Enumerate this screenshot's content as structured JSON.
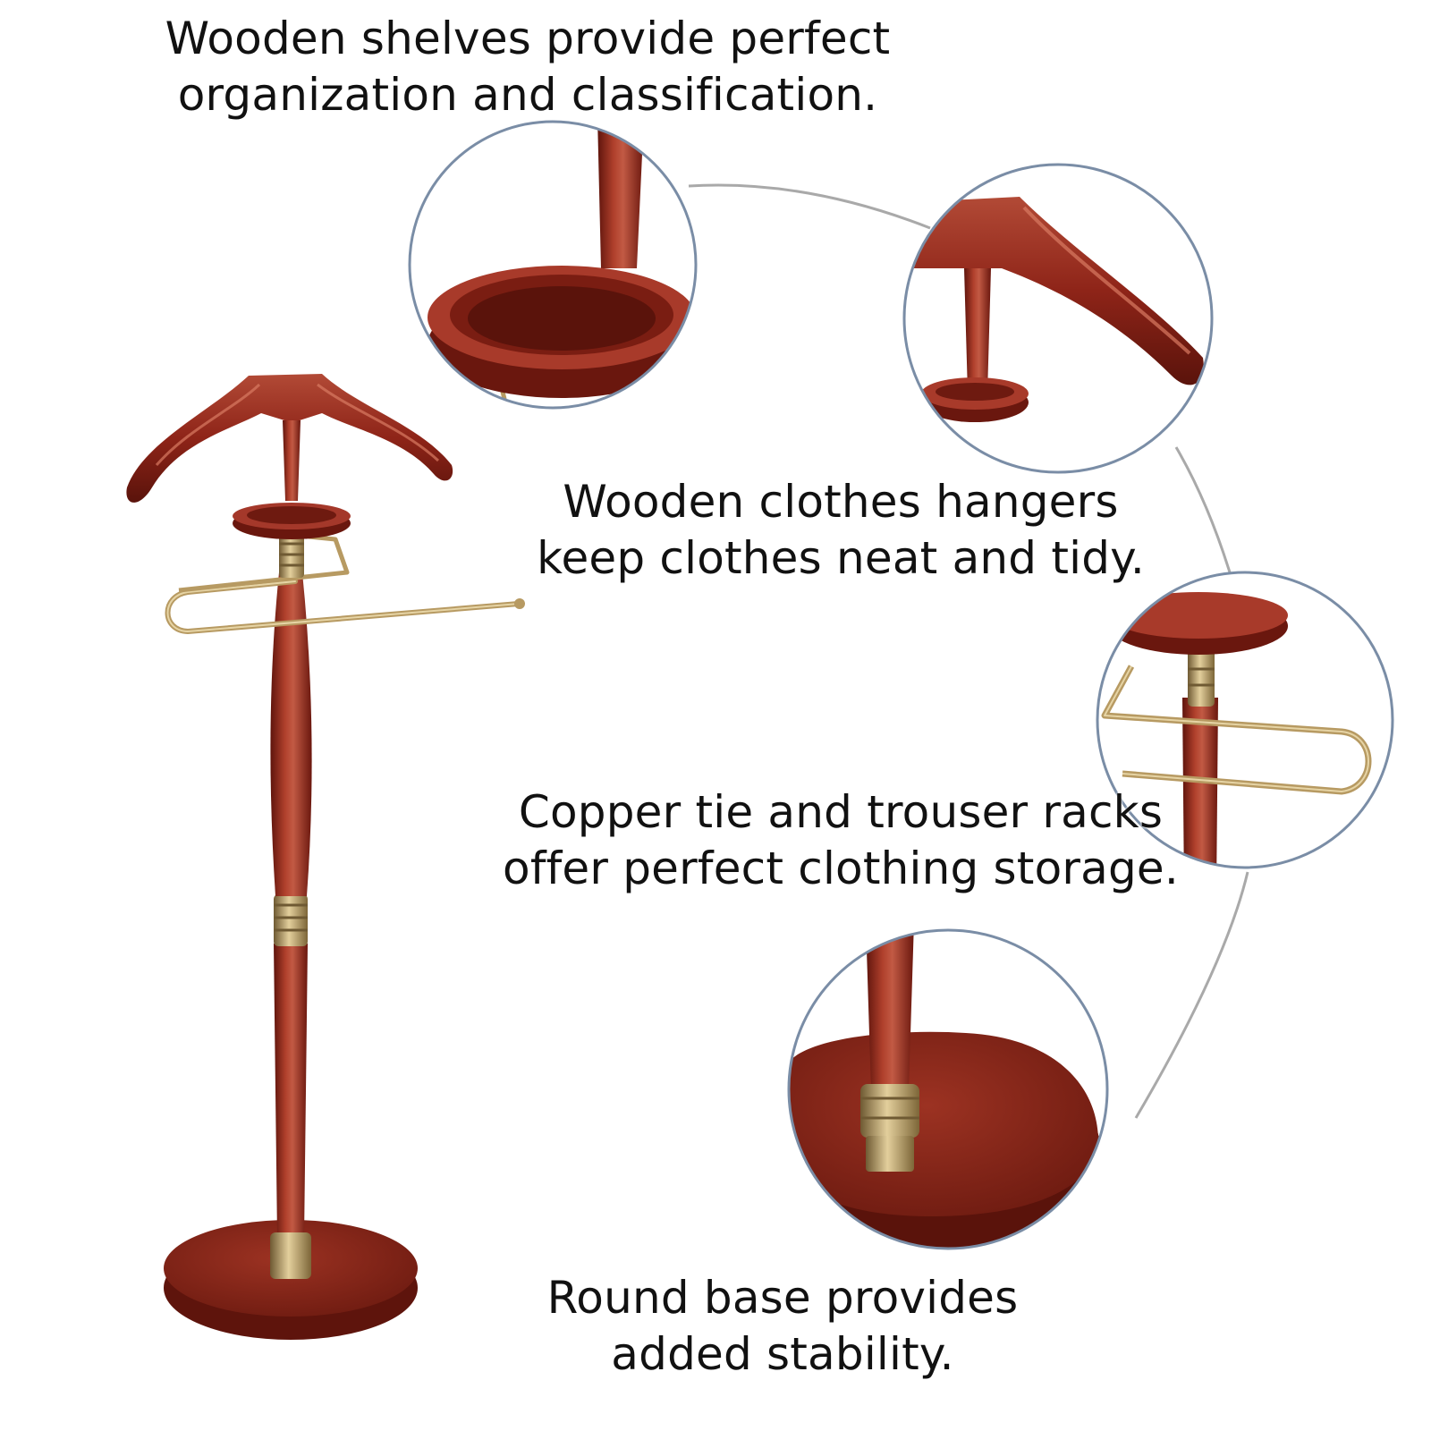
{
  "captions": [
    {
      "line1": "Wooden shelves provide perfect",
      "line2": "organization and classification."
    },
    {
      "line1": "Wooden clothes hangers",
      "line2": "keep clothes neat and tidy."
    },
    {
      "line1": "Copper tie and trouser racks",
      "line2": "offer perfect clothing storage."
    },
    {
      "line1": "Round base provides",
      "line2": "added stability."
    }
  ],
  "colors": {
    "wood": "#8e2418",
    "wood_dark": "#5e140c",
    "wood_light": "#c0523c",
    "brass": "#b79a62",
    "brass_dark": "#6f5a33",
    "circle_stroke": "#7a8da6",
    "connector": "#a9a9a9",
    "background": "#ffffff"
  }
}
